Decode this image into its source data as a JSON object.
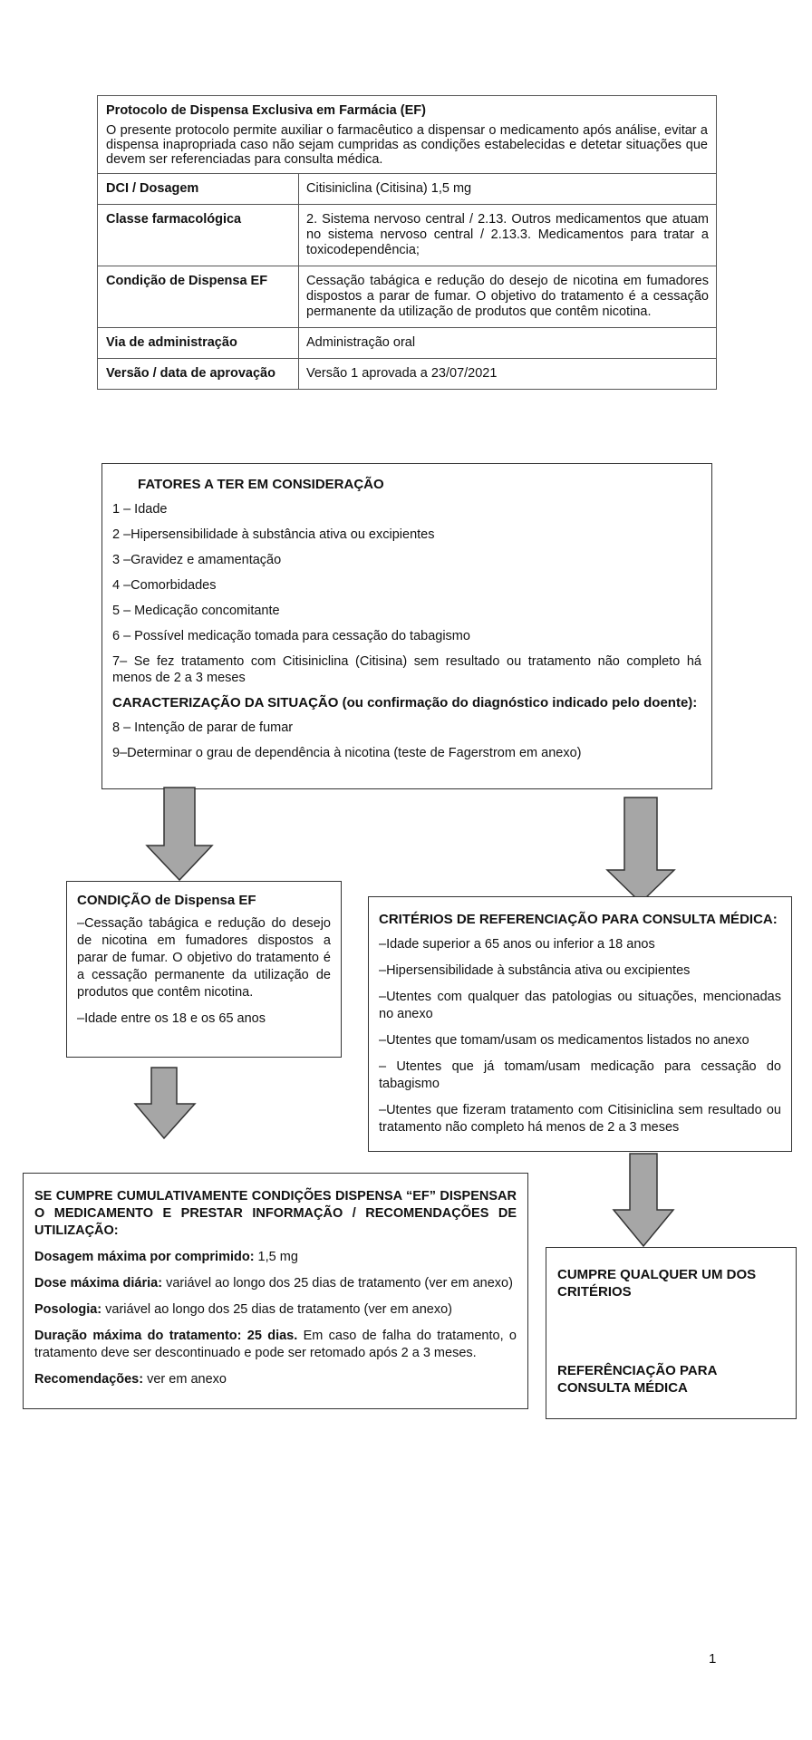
{
  "protocol": {
    "title": "Protocolo de Dispensa Exclusiva em Farmácia (EF)",
    "description": "O presente protocolo permite auxiliar o farmacêutico a dispensar o medicamento após análise, evitar a dispensa inapropriada caso não sejam cumpridas as condições estabelecidas e detetar situações que devem ser referenciadas para consulta médica.",
    "rows": [
      {
        "label": "DCI / Dosagem",
        "value": "Citisiniclina (Citisina) 1,5 mg"
      },
      {
        "label": "Classe farmacológica",
        "value": "2. Sistema nervoso central / 2.13. Outros medicamentos que atuam no sistema nervoso central / 2.13.3. Medicamentos para tratar a toxicodependência;"
      },
      {
        "label": "Condição de Dispensa EF",
        "value": "Cessação tabágica e redução do desejo de nicotina em fumadores dispostos a parar de fumar. O objetivo do tratamento é a cessação permanente da utilização de produtos que contêm nicotina."
      },
      {
        "label": "Via de administração",
        "value": "Administração oral"
      },
      {
        "label": "Versão / data de aprovação",
        "value": "Versão 1 aprovada a 23/07/2021"
      }
    ]
  },
  "fatores": {
    "title": "FATORES A TER EM CONSIDERAÇÃO",
    "items": [
      "1 – Idade",
      "2 –Hipersensibilidade à substância ativa ou excipientes",
      "3 –Gravidez e amamentação",
      "4 –Comorbidades",
      "5 – Medicação concomitante",
      "6 – Possível medicação tomada para cessação do tabagismo",
      "7– Se fez tratamento com Citisiniclina (Citisina) sem resultado ou tratamento não completo há menos de 2 a 3 meses"
    ],
    "subtitle": "CARACTERIZAÇÃO DA SITUAÇÃO (ou confirmação do diagnóstico indicado pelo doente):",
    "sub_items": [
      "8 – Intenção de parar de fumar",
      "9–Determinar o grau de dependência à nicotina (teste de Fagerstrom em anexo)"
    ]
  },
  "condicao": {
    "title": "CONDIÇÃO de Dispensa EF",
    "text": "–Cessação tabágica e redução do desejo de nicotina em fumadores dispostos a parar de fumar. O objetivo do tratamento é a cessação permanente da utilização de produtos que contêm nicotina.",
    "age": "–Idade entre os 18 e os 65 anos"
  },
  "criterios": {
    "title": "CRITÉRIOS DE REFERENCIAÇÃO PARA CONSULTA MÉDICA:",
    "items": [
      "–Idade superior a 65 anos ou inferior a 18 anos",
      "–Hipersensibilidade à substância ativa ou excipientes",
      "–Utentes com qualquer das patologias ou situações, mencionadas no anexo",
      "–Utentes que tomam/usam os medicamentos listados no anexo",
      "– Utentes que já tomam/usam medicação para cessação do tabagismo",
      "–Utentes que fizeram tratamento com Citisiniclina sem resultado ou tratamento não completo há menos de 2 a 3 meses"
    ]
  },
  "dispensa": {
    "title": "SE CUMPRE CUMULATIVAMENTE CONDIÇÕES DISPENSA “EF” DISPENSAR O MEDICAMENTO E PRESTAR INFORMAÇÃO / RECOMENDAÇÕES DE UTILIZAÇÃO:",
    "lines": [
      {
        "label": "Dosagem máxima por comprimido:",
        "value": " 1,5 mg"
      },
      {
        "label": "Dose máxima diária:",
        "value": " variável ao longo dos 25 dias de tratamento (ver em anexo)"
      },
      {
        "label": "Posologia:",
        "value": " variável ao longo dos 25 dias de tratamento (ver em anexo)"
      },
      {
        "label": "Duração máxima do tratamento: 25 dias.",
        "value": " Em caso de falha do tratamento, o tratamento deve ser descontinuado e pode ser retomado após 2 a 3 meses."
      },
      {
        "label": "Recomendações:",
        "value": " ver em anexo"
      }
    ]
  },
  "referencia": {
    "condition": "CUMPRE QUALQUER UM DOS CRITÉRIOS",
    "action": "REFERÊNCIAÇÃO PARA CONSULTA MÉDICA"
  },
  "page_number": "1",
  "colors": {
    "arrow_fill": "#a6a6a6",
    "arrow_stroke": "#333333",
    "border": "#333333"
  }
}
